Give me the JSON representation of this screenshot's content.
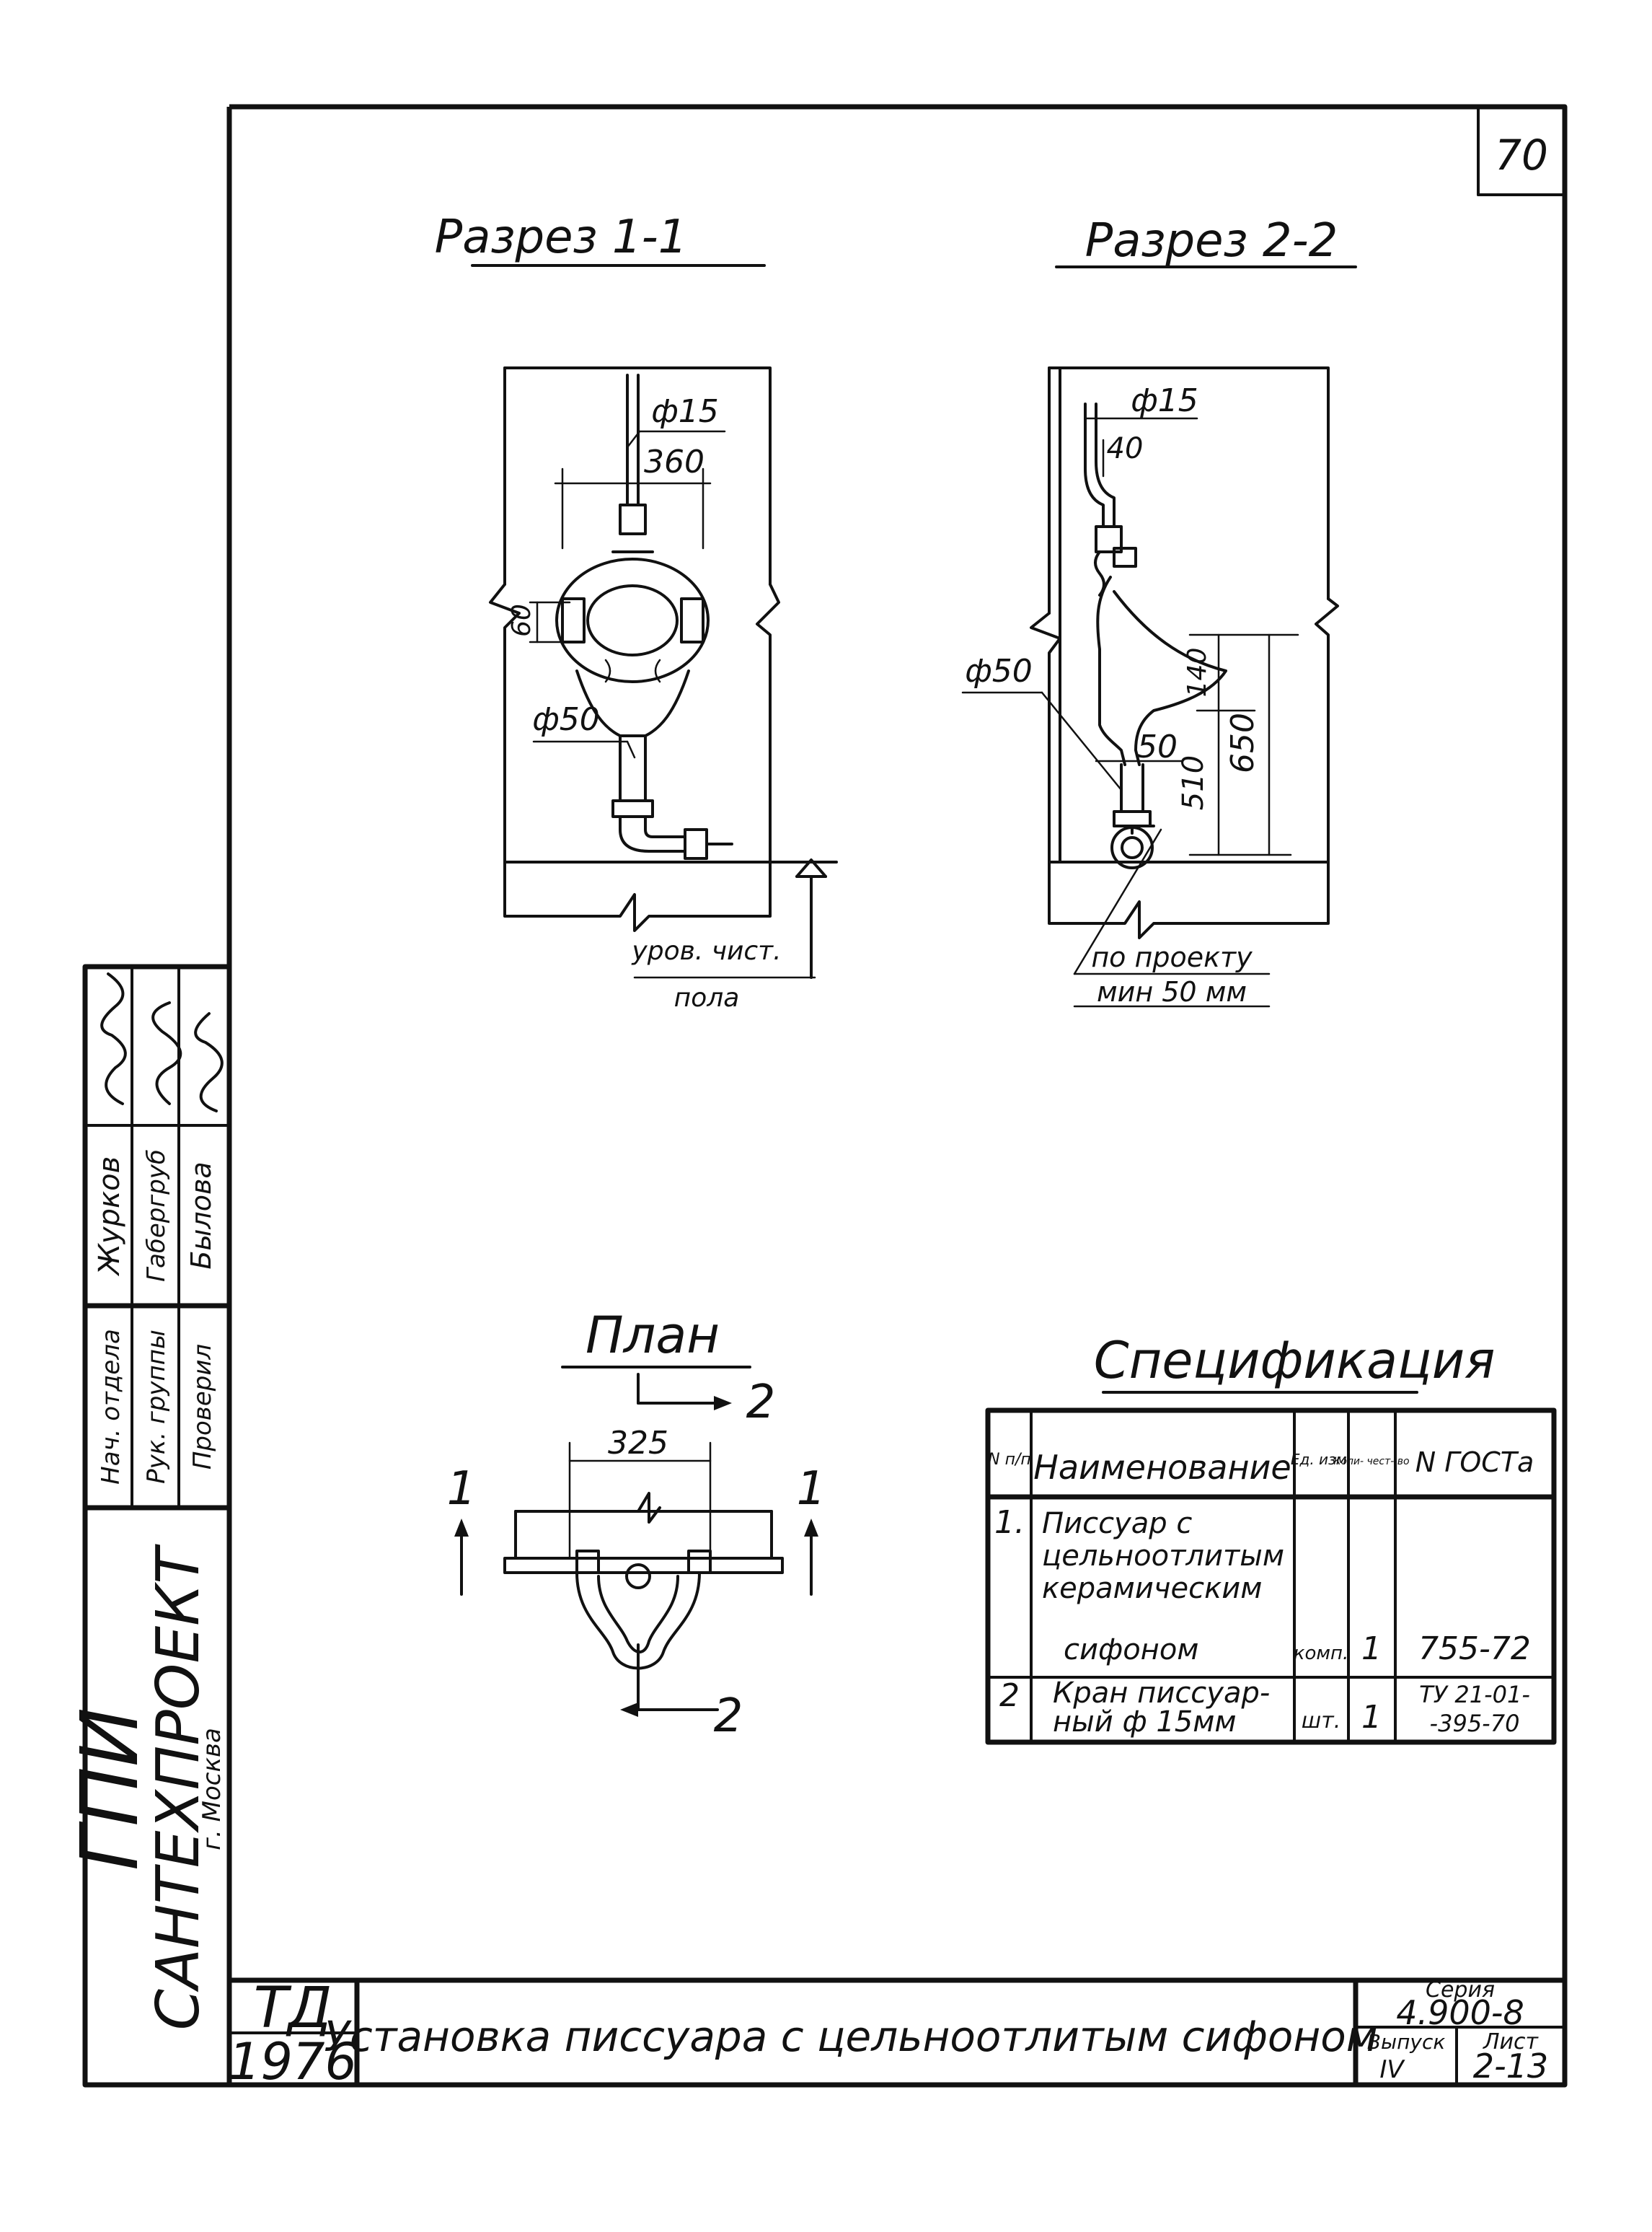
{
  "sheet_number": "70",
  "sections": {
    "section_1_title": "Разрез 1-1",
    "section_2_title": "Разрез 2-2",
    "plan_title": "План"
  },
  "section_1": {
    "dim_supply": "ф15",
    "dim_width": "360",
    "dim_left": "60",
    "dim_drain": "ф50",
    "floor_note_line1": "уров. чист.",
    "floor_note_line2": "пола"
  },
  "section_2": {
    "dim_supply": "ф15",
    "dim_offset": "40",
    "dim_drain": "ф50",
    "dim_pipe": "50",
    "dim_140": "140",
    "dim_510": "510",
    "dim_650": "650",
    "note_line1": "по проекту",
    "note_line2": "мин 50 мм"
  },
  "plan": {
    "dim_325": "325",
    "mark_left": "1",
    "mark_right": "1",
    "mark_top": "2",
    "mark_bottom": "2"
  },
  "spec": {
    "title": "Спецификация",
    "headers": {
      "num": "N п/п",
      "name": "Наименование",
      "unit": "Ед. изм.",
      "qty": "Коли- чест- во",
      "gost": "N ГОСТа"
    },
    "rows": [
      {
        "num": "1.",
        "name_lines": [
          "Писсуар с",
          "цельноотлитым",
          "керамическим",
          "сифоном"
        ],
        "unit": "комп.",
        "qty": "1",
        "gost": "755-72"
      },
      {
        "num": "2",
        "name_lines": [
          "Кран писсуар-",
          "ный ф 15мм"
        ],
        "unit": "шт.",
        "qty": "1",
        "gost_lines": [
          "ТУ 21-01-",
          "-395-70"
        ]
      }
    ]
  },
  "side_stamp": {
    "org_line1": "ГПИ",
    "org_line2": "САНТЕХПРОЕКТ",
    "city": "г. Москва",
    "roles": [
      "Нач. отдела",
      "Рук. группы",
      "Проверил"
    ],
    "names": [
      "Журков",
      "Габергруб",
      "Былова"
    ]
  },
  "title_block": {
    "td": "ТД",
    "year": "1976",
    "title": "Установка писсуара с цельноотлитым сифоном",
    "series_label": "Серия",
    "series_value": "4.900-8",
    "issue_label": "Выпуск",
    "issue_value": "IV",
    "sheet_label": "Лист",
    "sheet_value": "2-13"
  }
}
